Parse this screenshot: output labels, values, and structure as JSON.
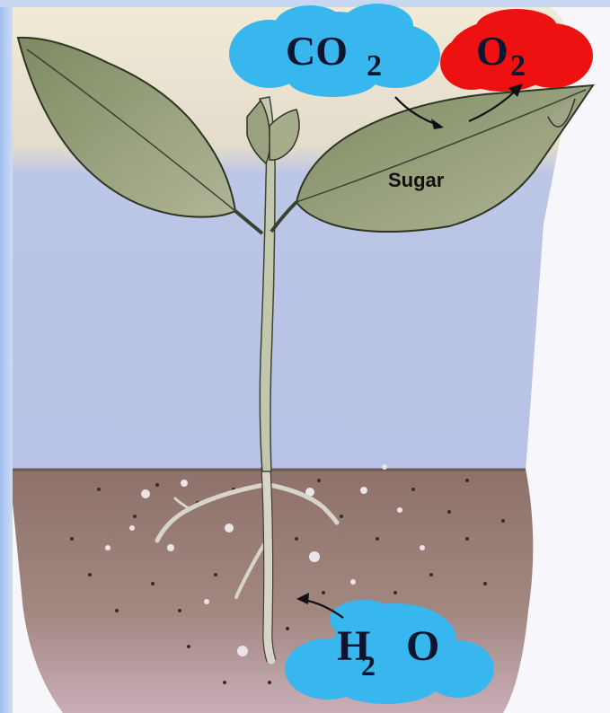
{
  "labels": {
    "co2_main": "CO",
    "co2_sub": "2",
    "o2_main": "O",
    "o2_sub": "2",
    "sugar": "Sugar",
    "h2o_h": "H",
    "h2o_sub": "2",
    "h2o_o": "O"
  },
  "colors": {
    "co2_bubble": "#38b6ee",
    "o2_bubble": "#ee1111",
    "h2o_bubble": "#38b6ee",
    "soil": "#8a6e68",
    "leaf": "#8f9970",
    "stem": "#b7bda4",
    "sky_top": "#ece7d6",
    "sky_mid": "#b9c4e6",
    "border": "#a9c6ee"
  }
}
